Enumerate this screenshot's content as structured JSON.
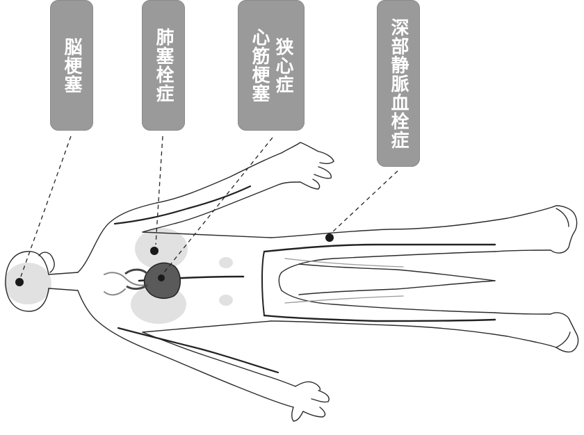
{
  "labels": [
    {
      "id": "stroke",
      "text": "脳梗塞"
    },
    {
      "id": "pulmonary",
      "text": "肺塞栓症"
    },
    {
      "id": "cardiac",
      "text": "狭心症\n心筋梗塞"
    },
    {
      "id": "dvt",
      "text": "深部静脈血栓症"
    }
  ],
  "colors": {
    "label_bg": "#9a9a9a",
    "label_text": "#ffffff",
    "outline": "#333333",
    "marker": "#222222",
    "heart": "#555555",
    "shading": "#d9d9d9"
  }
}
